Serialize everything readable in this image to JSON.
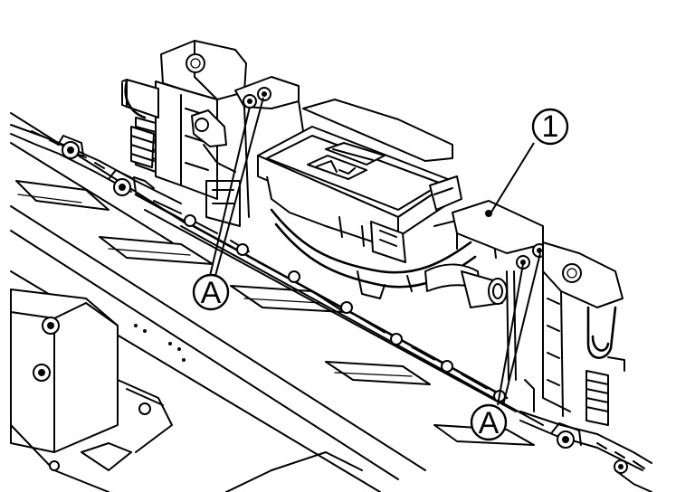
{
  "callouts": {
    "part_number": "1",
    "mount_label_upper": "A",
    "mount_label_lower": "A"
  }
}
